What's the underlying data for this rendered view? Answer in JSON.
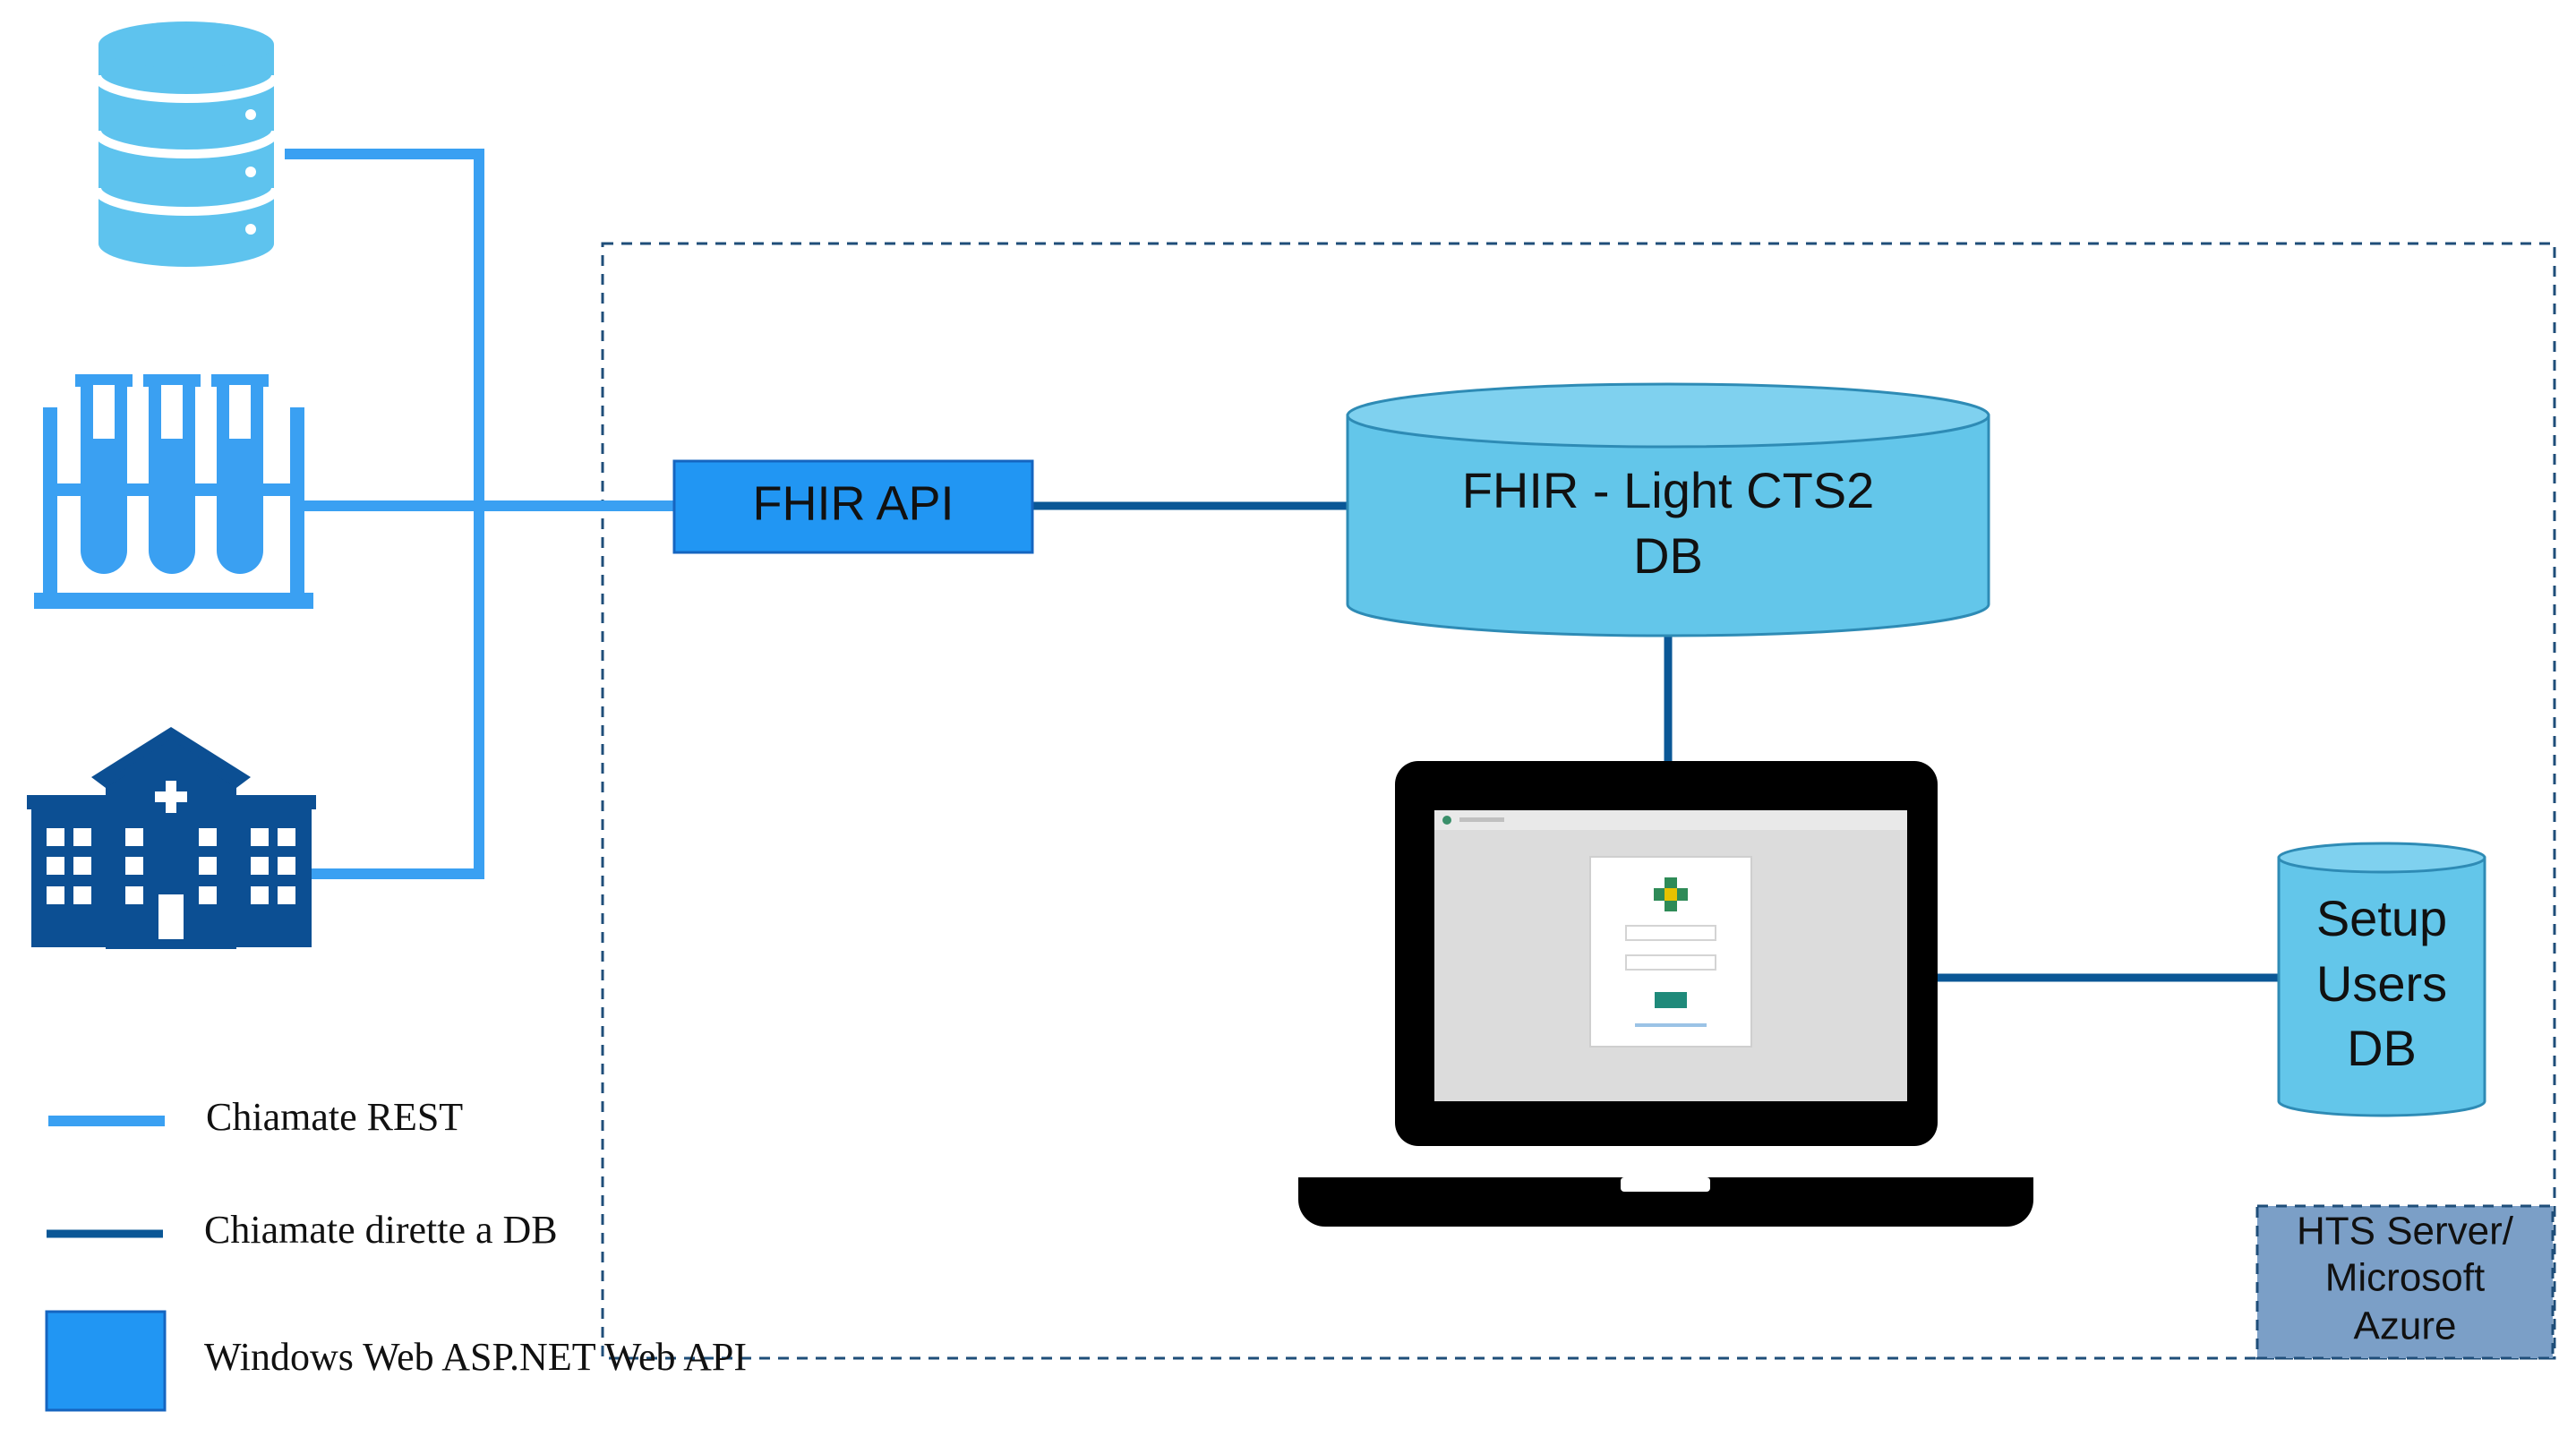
{
  "nodes": {
    "fhir_api": {
      "label": "FHIR API"
    },
    "fhir_db": {
      "label_line1": "FHIR - Light CTS2",
      "label_line2": "DB"
    },
    "setup_db": {
      "label_line1": "Setup",
      "label_line2": "Users",
      "label_line3": "DB"
    },
    "hts_server": {
      "label_line1": "HTS Server/",
      "label_line2": "Microsoft",
      "label_line3": "Azure"
    }
  },
  "legend": {
    "rest_calls": "Chiamate REST",
    "direct_db_calls": "Chiamate dirette a DB",
    "windows_web": "Windows Web ASP.NET Web API"
  },
  "icons": {
    "left_sources": [
      "database-icon",
      "test-tubes-icon",
      "hospital-icon"
    ],
    "client": "laptop-icon"
  },
  "colors": {
    "rest_line": "#3aa0f2",
    "db_line": "#0a5796",
    "api_box": "#2196f3",
    "db_cylinder": "#63c6ea",
    "hospital": "#0c4f93",
    "hts_box": "#7b9fc7",
    "dashed_border": "#1f4e79"
  }
}
